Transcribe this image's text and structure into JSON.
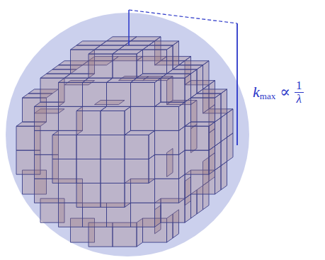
{
  "diagram": {
    "labels": [
      "k",
      "max",
      "∝",
      "1",
      "λ"
    ]
  }
}
